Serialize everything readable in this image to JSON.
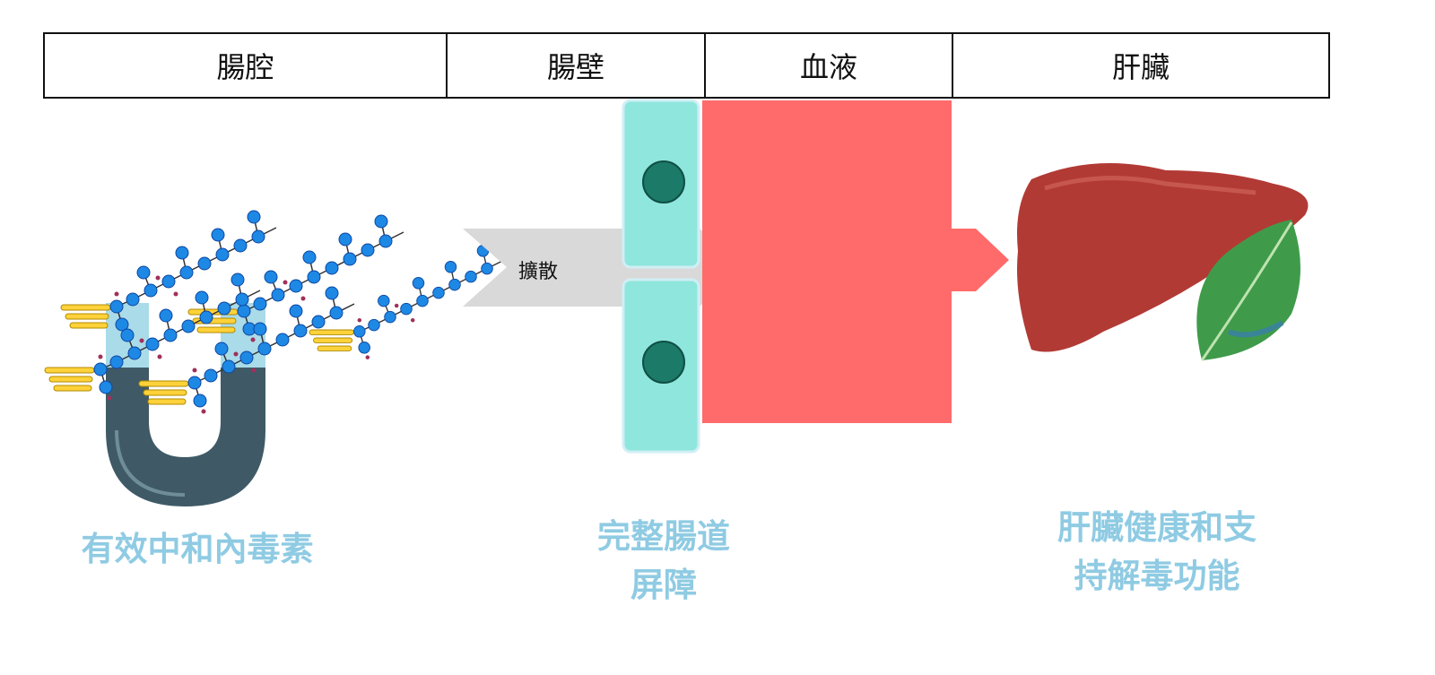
{
  "header": {
    "columns": [
      "腸腔",
      "腸壁",
      "血液",
      "肝臟"
    ]
  },
  "arrow_label": "擴散",
  "captions": {
    "neutralize": "有效中和內毒素",
    "barrier_line1": "完整腸道",
    "barrier_line2": "屏障",
    "liver_line1": "肝臟健康和支",
    "liver_line2": "持解毒功能"
  },
  "colors": {
    "blood": "#ff6b6b",
    "cell": "#8fe6dc",
    "nucleus": "#1b7a68",
    "caption": "#8fcbe3",
    "arrow": "#d9d9d9"
  }
}
